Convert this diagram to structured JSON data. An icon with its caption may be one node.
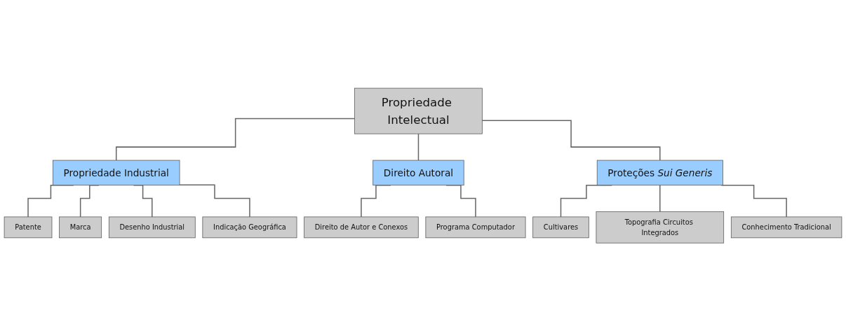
{
  "diagram": {
    "nodes": [
      {
        "text": [
          "Propriedade Intelectual"
        ]
      },
      {
        "text": [
          "Propriedade Industrial"
        ]
      },
      {
        "text": [
          "Direito Autoral"
        ]
      },
      {
        "text": [
          "Proteções *Sui Generis*"
        ]
      },
      {
        "text": [
          "Patente"
        ]
      },
      {
        "text": [
          "Marca"
        ]
      },
      {
        "text": [
          "Desenho Industrial"
        ]
      },
      {
        "text": [
          "Indicação Geográfica"
        ]
      },
      {
        "text": [
          "Direito de Autor e Conexos"
        ]
      },
      {
        "text": [
          "Programa Computador"
        ]
      },
      {
        "text": [
          "Cultivares"
        ]
      },
      {
        "text": [
          "Topografia Circuitos Integrados"
        ]
      },
      {
        "text": [
          "Conhecimento Tradicional"
        ]
      }
    ],
    "edges": [
      {
        "from": 0,
        "to": 1,
        "arrow": "none"
      },
      {
        "from": 0,
        "to": 2,
        "arrow": "none"
      },
      {
        "from": 0,
        "to": 3,
        "arrow": "none"
      },
      {
        "from": 1,
        "to": 4,
        "arrow": "none"
      },
      {
        "from": 1,
        "to": 5,
        "arrow": "none"
      },
      {
        "from": 1,
        "to": 6,
        "arrow": "none"
      },
      {
        "from": 1,
        "to": 7,
        "arrow": "none"
      },
      {
        "from": 2,
        "to": 8,
        "arrow": "none"
      },
      {
        "from": 2,
        "to": 9,
        "arrow": "none"
      },
      {
        "from": 3,
        "to": 10,
        "arrow": "none"
      },
      {
        "from": 3,
        "to": 11,
        "arrow": "none"
      },
      {
        "from": 3,
        "to": 12,
        "arrow": "none"
      }
    ]
  }
}
